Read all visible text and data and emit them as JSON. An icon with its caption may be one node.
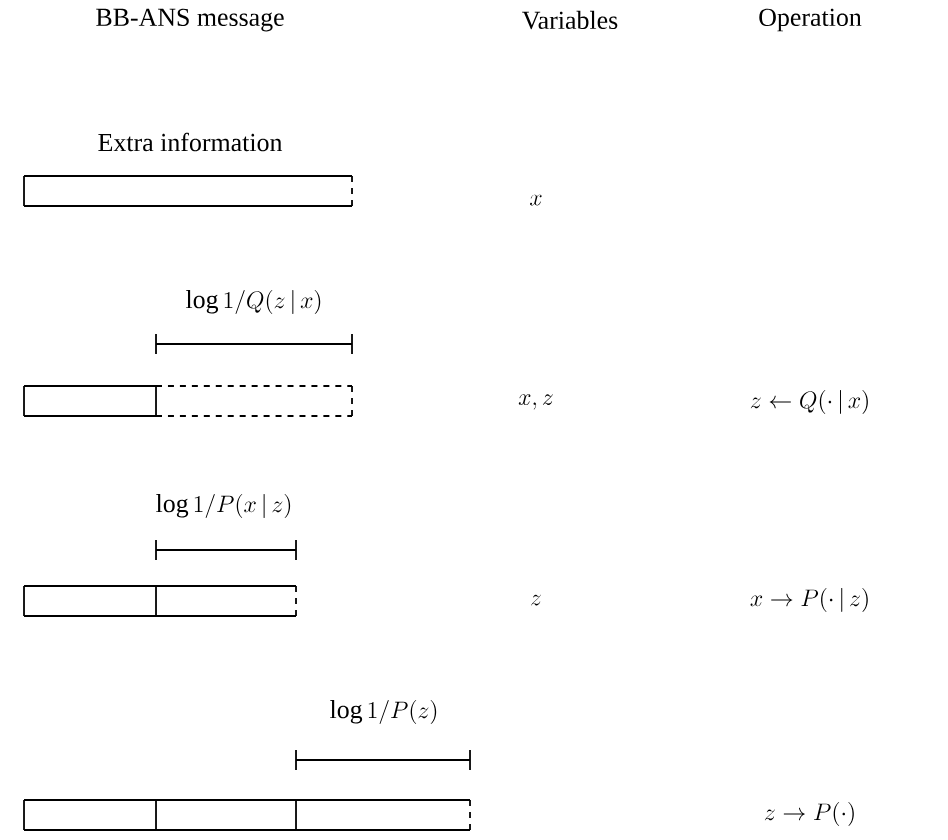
{
  "diagram": {
    "labels": [
      "BB-ANS message",
      "Variables",
      "Operation",
      "Extra information",
      "x",
      "\\log 1/Q(z\\,|\\,x)",
      "x, z",
      "z \\leftarrow Q(\\cdot\\,|\\,x)",
      "\\log 1/P(x\\,|\\,z)",
      "z",
      "x \\to P(\\cdot\\,|\\,z)",
      "\\log 1/P(z)",
      "z \\to P(\\cdot)"
    ]
  }
}
